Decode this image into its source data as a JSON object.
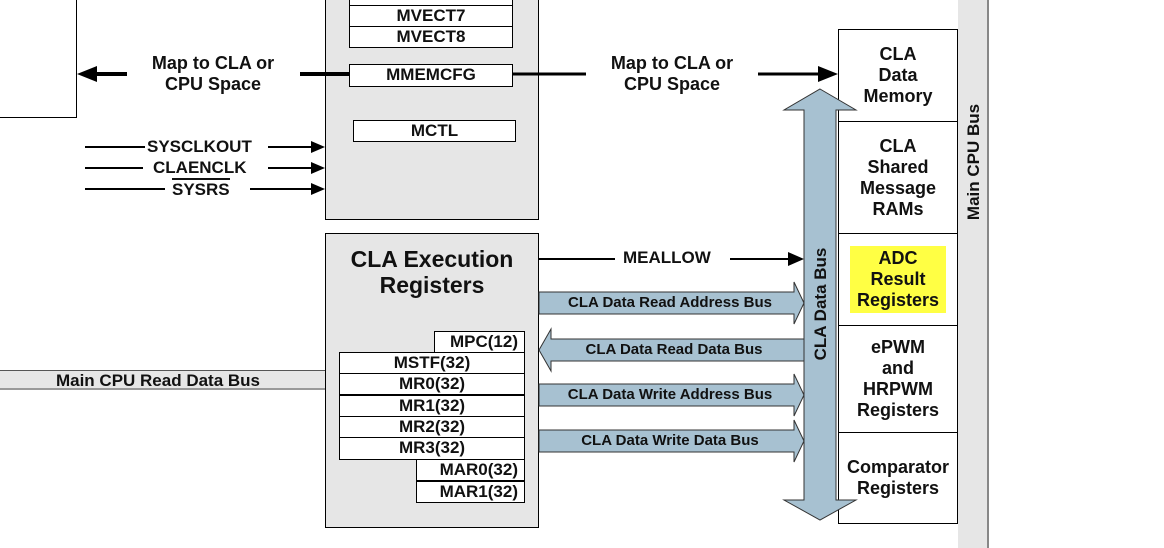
{
  "diagram": {
    "left_block": {
      "map_label_left": [
        "Map to CLA or",
        "CPU Space"
      ],
      "signals": [
        "SYSCLKOUT",
        "CLAENCLK",
        "SYSRS"
      ],
      "signal_overline": "SYSRS"
    },
    "config_block": {
      "registers": [
        "MVECT7",
        "MVECT8",
        "MMEMCFG",
        "MCTL"
      ]
    },
    "map_label_right": [
      "Map to CLA or",
      "CPU Space"
    ],
    "execution_block": {
      "title": [
        "CLA Execution",
        "Registers"
      ],
      "registers": [
        "MPC(12)",
        "MSTF(32)",
        "MR0(32)",
        "MR1(32)",
        "MR2(32)",
        "MR3(32)",
        "MAR0(32)",
        "MAR1(32)"
      ]
    },
    "main_cpu_read_data_bus": "Main CPU Read Data Bus",
    "meallow": "MEALLOW",
    "buses": [
      {
        "label": "CLA Data Read Address Bus",
        "direction": "right"
      },
      {
        "label": "CLA Data Read Data Bus",
        "direction": "left"
      },
      {
        "label": "CLA Data Write Address Bus",
        "direction": "right"
      },
      {
        "label": "CLA Data Write Data Bus",
        "direction": "right"
      }
    ],
    "cla_data_bus": "CLA Data Bus",
    "main_cpu_bus": "Main CPU Bus",
    "memory_blocks": [
      {
        "label": [
          "CLA",
          "Data",
          "Memory"
        ],
        "highlight": false
      },
      {
        "label": [
          "CLA",
          "Shared",
          "Message",
          "RAMs"
        ],
        "highlight": false
      },
      {
        "label": [
          "ADC",
          "Result",
          "Registers"
        ],
        "highlight": true
      },
      {
        "label": [
          "ePWM",
          "and",
          "HRPWM",
          "Registers"
        ],
        "highlight": false
      },
      {
        "label": [
          "Comparator",
          "Registers"
        ],
        "highlight": false
      }
    ],
    "colors": {
      "bus_fill": "#a7c1d1",
      "block_gray": "#e6e6e6",
      "highlight": "#ffff44"
    }
  }
}
